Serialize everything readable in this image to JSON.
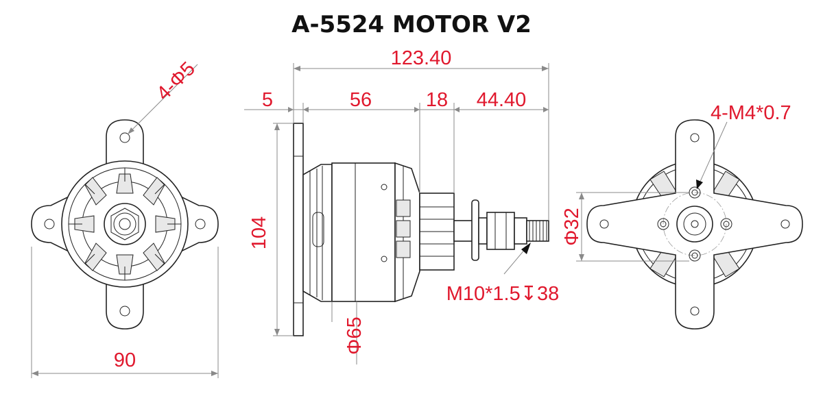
{
  "title": "A-5524 MOTOR V2",
  "colors": {
    "dimension_text": "#e0182d",
    "outline": "#222222",
    "dimension_line": "#8a8a8a"
  },
  "dimensions": {
    "mount_holes": "4-Φ5",
    "overall_length": "123.40",
    "flange_thickness": "5",
    "body_length": "56",
    "bell_length": "18",
    "shaft_length": "44.40",
    "flange_height": "104",
    "body_diameter": "Φ65",
    "mount_width": "90",
    "thread": "M10*1.5↧38",
    "screw_holes": "4-M4*0.7",
    "bolt_circle": "Φ32"
  }
}
